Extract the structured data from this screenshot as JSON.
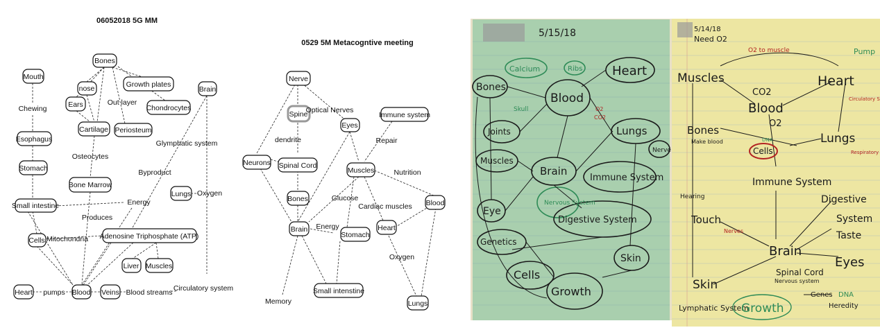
{
  "diagram1": {
    "title": "06052018 5G MM",
    "nodes": {
      "mouth": "Mouth",
      "bones": "Bones",
      "nose": "nose",
      "ears": "Ears",
      "growth_plates": "Growth plates",
      "brain": "Brain",
      "esophagus": "Esophagus",
      "cartilage": "Cartilage",
      "periosteum": "Periosteum",
      "chondrocytes": "Chondrocytes",
      "stomach": "Stomach",
      "bone_marrow": "Bone Marrow",
      "lungs": "Lungs",
      "small_intestine": "Small intestine",
      "cells": "Cells",
      "atp": "Adenosine Triphosphate (ATP)",
      "liver": "Liver",
      "muscles": "Muscles",
      "heart": "Heart",
      "blood": "Blood",
      "veins": "Veins"
    },
    "labels": {
      "chewing": "Chewing",
      "out_layer": "Out layer",
      "osteocytes": "Osteocytes",
      "glymphatic": "Glymphatic system",
      "byproduct": "Byproduct",
      "oxygen": "Oxygen",
      "energy": "Energy",
      "produces": "Produces",
      "mitochondria": "Mitochondria",
      "pumps": "pumps",
      "blood_streams": "Blood streams",
      "circulatory": "Circulatory system"
    }
  },
  "diagram2": {
    "title": "0529 5M Metacogntive meeting",
    "nodes": {
      "nerve": "Nerve",
      "spine": "Spine",
      "immune": "Immune system",
      "eyes": "Eyes",
      "neurons": "Neurons",
      "spinal_cord": "Spinal Cord",
      "muscles": "Muscles",
      "bones": "Bones",
      "blood": "Blood",
      "brain": "Brain",
      "stomach": "Stomach",
      "heart": "Heart",
      "small_int": "Small intenstine",
      "lungs": "Lungs"
    },
    "labels": {
      "optical": "Optical Nerves",
      "dendrite": "dendrite",
      "repair": "Repair",
      "nutrition": "Nutrition",
      "glucose": "Glucose",
      "cardiac": "Cardiac muscles",
      "energy": "Energy",
      "oxygen": "Oxygen",
      "memory": "Memory"
    }
  },
  "photo1": {
    "date": "5/15/18",
    "words": {
      "calcium": "Calcium",
      "ribs": "Ribs",
      "heart": "Heart",
      "bones": "Bones",
      "skull": "Skull",
      "blood": "Blood",
      "joints": "Joints",
      "lungs": "Lungs",
      "muscles": "Muscles",
      "brain": "Brain",
      "nerve": "Nerve",
      "immune": "Immune System",
      "nervous": "Nervous System",
      "eye": "Eye",
      "genetics": "Genetics",
      "digestive": "Digestive System",
      "cells": "Cells",
      "growth": "Growth",
      "skin": "Skin",
      "o2": "O2",
      "co2": "CO2"
    }
  },
  "photo2": {
    "date": "5/14/18",
    "need": "Need O2",
    "words": {
      "muscles": "Muscles",
      "co2_muscle": "O2 to muscle",
      "pump": "Pump",
      "co2": "CO2",
      "heart": "Heart",
      "blood": "Blood",
      "circ": "Circulatory System",
      "bones": "Bones",
      "o2": "O2",
      "lungs": "Lungs",
      "make_blood": "Make blood",
      "cells": "Cells",
      "dna": "DNA",
      "resp": "Respiratory system",
      "immune": "Immune System",
      "digestive": "Digestive",
      "hearing": "Hearing",
      "system": "System",
      "touch": "Touch",
      "nerves": "Nerves",
      "taste": "Taste",
      "brain": "Brain",
      "eyes": "Eyes",
      "spinal": "Spinal Cord",
      "nervous": "Nervous system",
      "skin": "Skin",
      "genes": "Genes",
      "dna2": "DNA",
      "heredity": "Heredity",
      "lymphatic": "Lymphatic System",
      "growth": "Growth"
    }
  }
}
